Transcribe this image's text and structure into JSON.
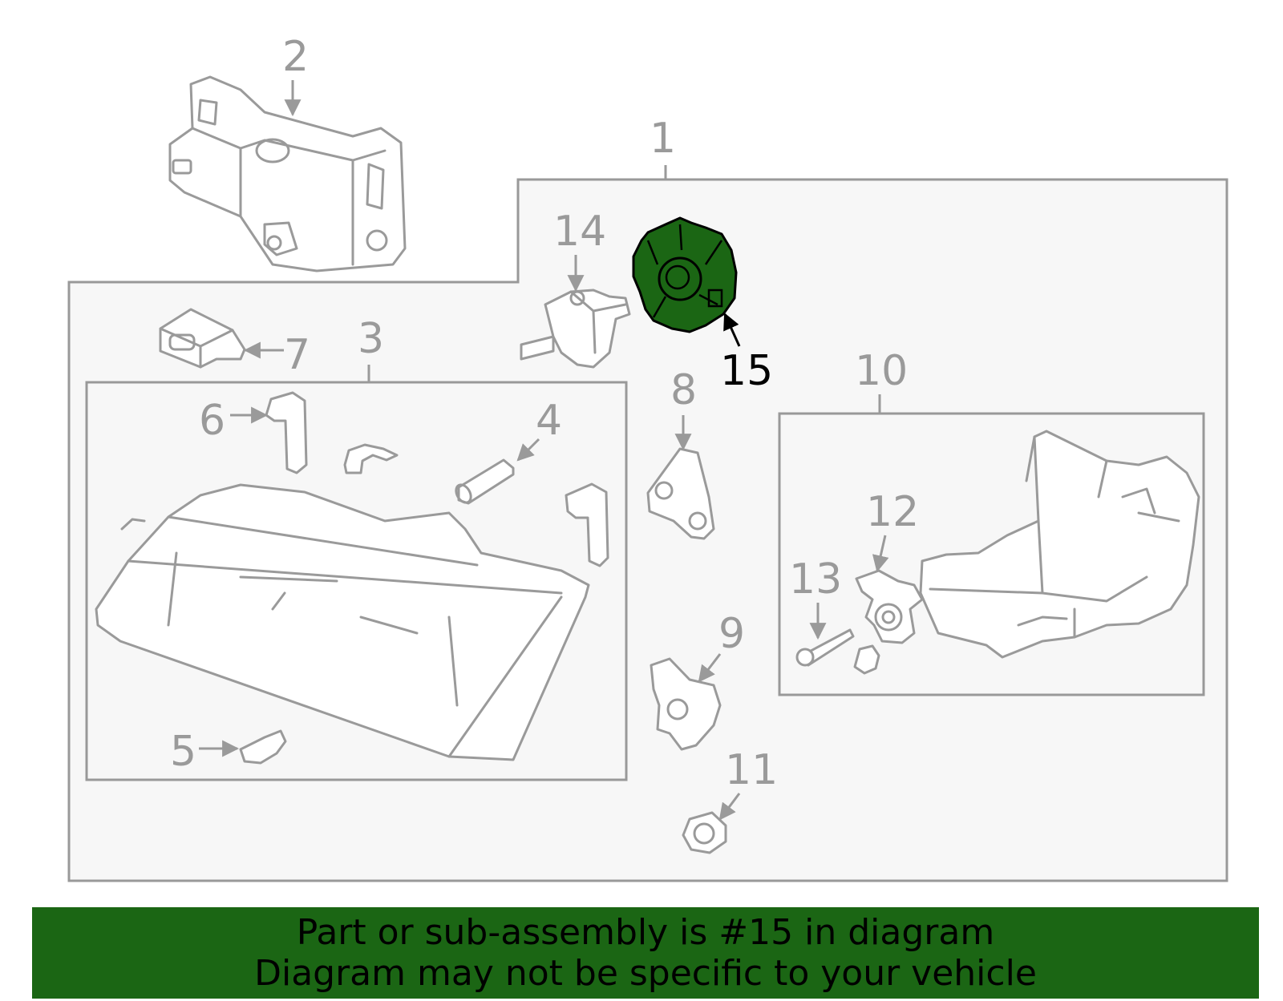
{
  "diagram": {
    "highlight_color": "#1b6614",
    "callouts": [
      "1",
      "2",
      "3",
      "4",
      "5",
      "6",
      "7",
      "8",
      "9",
      "10",
      "11",
      "12",
      "13",
      "14",
      "15"
    ],
    "highlighted_callout": "15"
  },
  "banner": {
    "line1": "Part or sub-assembly is #15 in diagram",
    "line2": "Diagram may not be specific to your vehicle",
    "background": "#1b6614"
  }
}
